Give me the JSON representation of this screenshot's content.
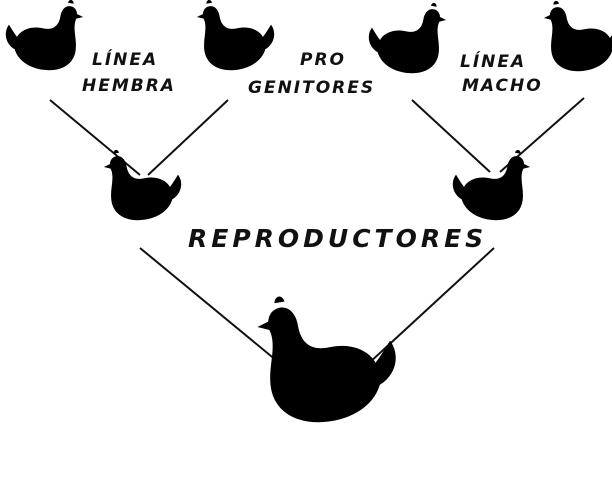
{
  "diagram": {
    "top_left_label_1": "LÍNEA",
    "top_left_label_2": "HEMBRA",
    "top_middle_label_1": "PRO",
    "top_middle_label_2": "GENITORES",
    "top_right_label_1": "LÍNEA",
    "top_right_label_2": "MACHO",
    "middle_label": "REPRODUCTORES"
  }
}
